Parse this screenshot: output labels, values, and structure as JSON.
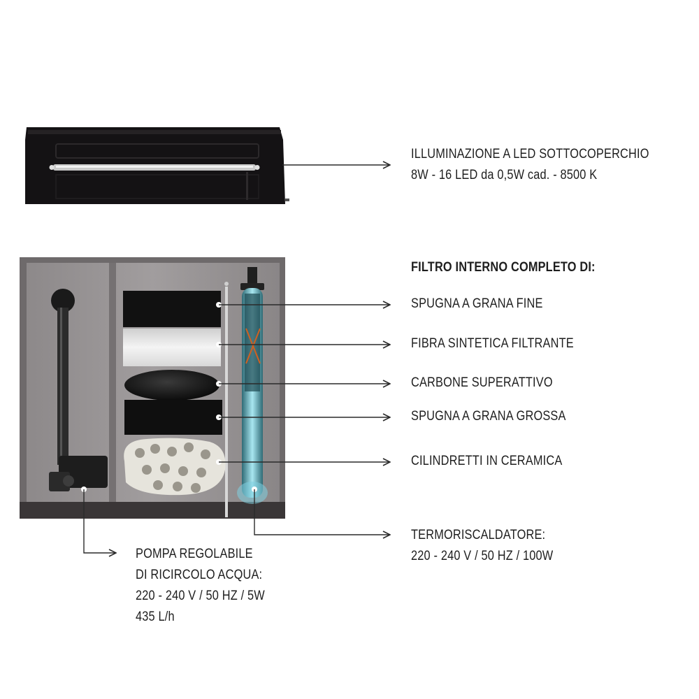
{
  "lid_light": {
    "line1": "ILLUMINAZIONE A LED SOTTOCOPERCHIO",
    "line2": "8W - 16 LED da 0,5W cad. - 8500 K"
  },
  "filter": {
    "heading": "FILTRO INTERNO COMPLETO DI:",
    "items": [
      "SPUGNA A GRANA FINE",
      "FIBRA SINTETICA FILTRANTE",
      "CARBONE SUPERATTIVO",
      "SPUGNA A GRANA GROSSA",
      "CILINDRETTI IN CERAMICA"
    ]
  },
  "heater": {
    "line1": "TERMORISCALDATORE:",
    "line2": "220 - 240 V / 50 HZ / 100W"
  },
  "pump": {
    "line1": "POMPA REGOLABILE",
    "line2": "DI RICIRCOLO ACQUA:",
    "line3": "220 - 240 V / 50 HZ / 5W",
    "line4": "435 L/h"
  },
  "colors": {
    "lid": "#141214",
    "cabinet_frame": "#6e6a6b",
    "cabinet_panel": "#989495",
    "cabinet_floor": "#3a3637",
    "heater_glow": "#7fd0e0",
    "connector_lines": "#2a2a2a"
  }
}
